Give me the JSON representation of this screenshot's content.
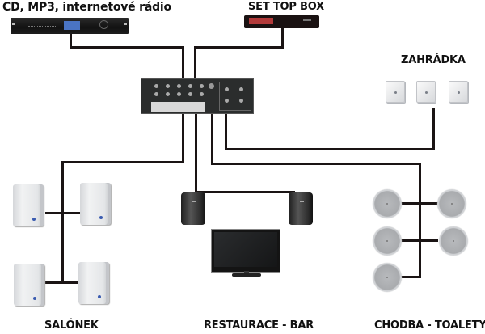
{
  "diagram": {
    "title": "Audio distribution system diagram",
    "sources": [
      {
        "id": "cd-player",
        "label": "CD, MP3, internetové rádio",
        "device": "rack-media-player"
      },
      {
        "id": "set-top-box",
        "label": "SET TOP BOX",
        "device": "set-top-box"
      }
    ],
    "hub": {
      "id": "mixer",
      "device": "zone-mixer-amplifier"
    },
    "zones": [
      {
        "id": "zahradka",
        "label": "ZAHRÁDKA",
        "devices": [
          "wall-speaker",
          "wall-speaker",
          "wall-speaker"
        ]
      },
      {
        "id": "salonek",
        "label": "SALÓNEK",
        "devices": [
          "box-speaker",
          "box-speaker",
          "box-speaker",
          "box-speaker"
        ]
      },
      {
        "id": "restaurace-bar",
        "label": "RESTAURACE - BAR",
        "devices": [
          "black-speaker",
          "black-speaker",
          "lcd-tv"
        ]
      },
      {
        "id": "chodba-toalety",
        "label": "CHODBA - TOALETY",
        "devices": [
          "ceiling-speaker",
          "ceiling-speaker",
          "ceiling-speaker",
          "ceiling-speaker",
          "ceiling-speaker"
        ]
      }
    ],
    "connections": [
      {
        "from": "cd-player",
        "to": "mixer"
      },
      {
        "from": "set-top-box",
        "to": "mixer"
      },
      {
        "from": "mixer",
        "to": "salonek"
      },
      {
        "from": "mixer",
        "to": "restaurace-bar"
      },
      {
        "from": "mixer",
        "to": "chodba-toalety"
      },
      {
        "from": "mixer",
        "to": "zahradka"
      }
    ],
    "colors": {
      "wire": "#1a1414",
      "background": "#ffffff",
      "label": "#111111"
    }
  }
}
